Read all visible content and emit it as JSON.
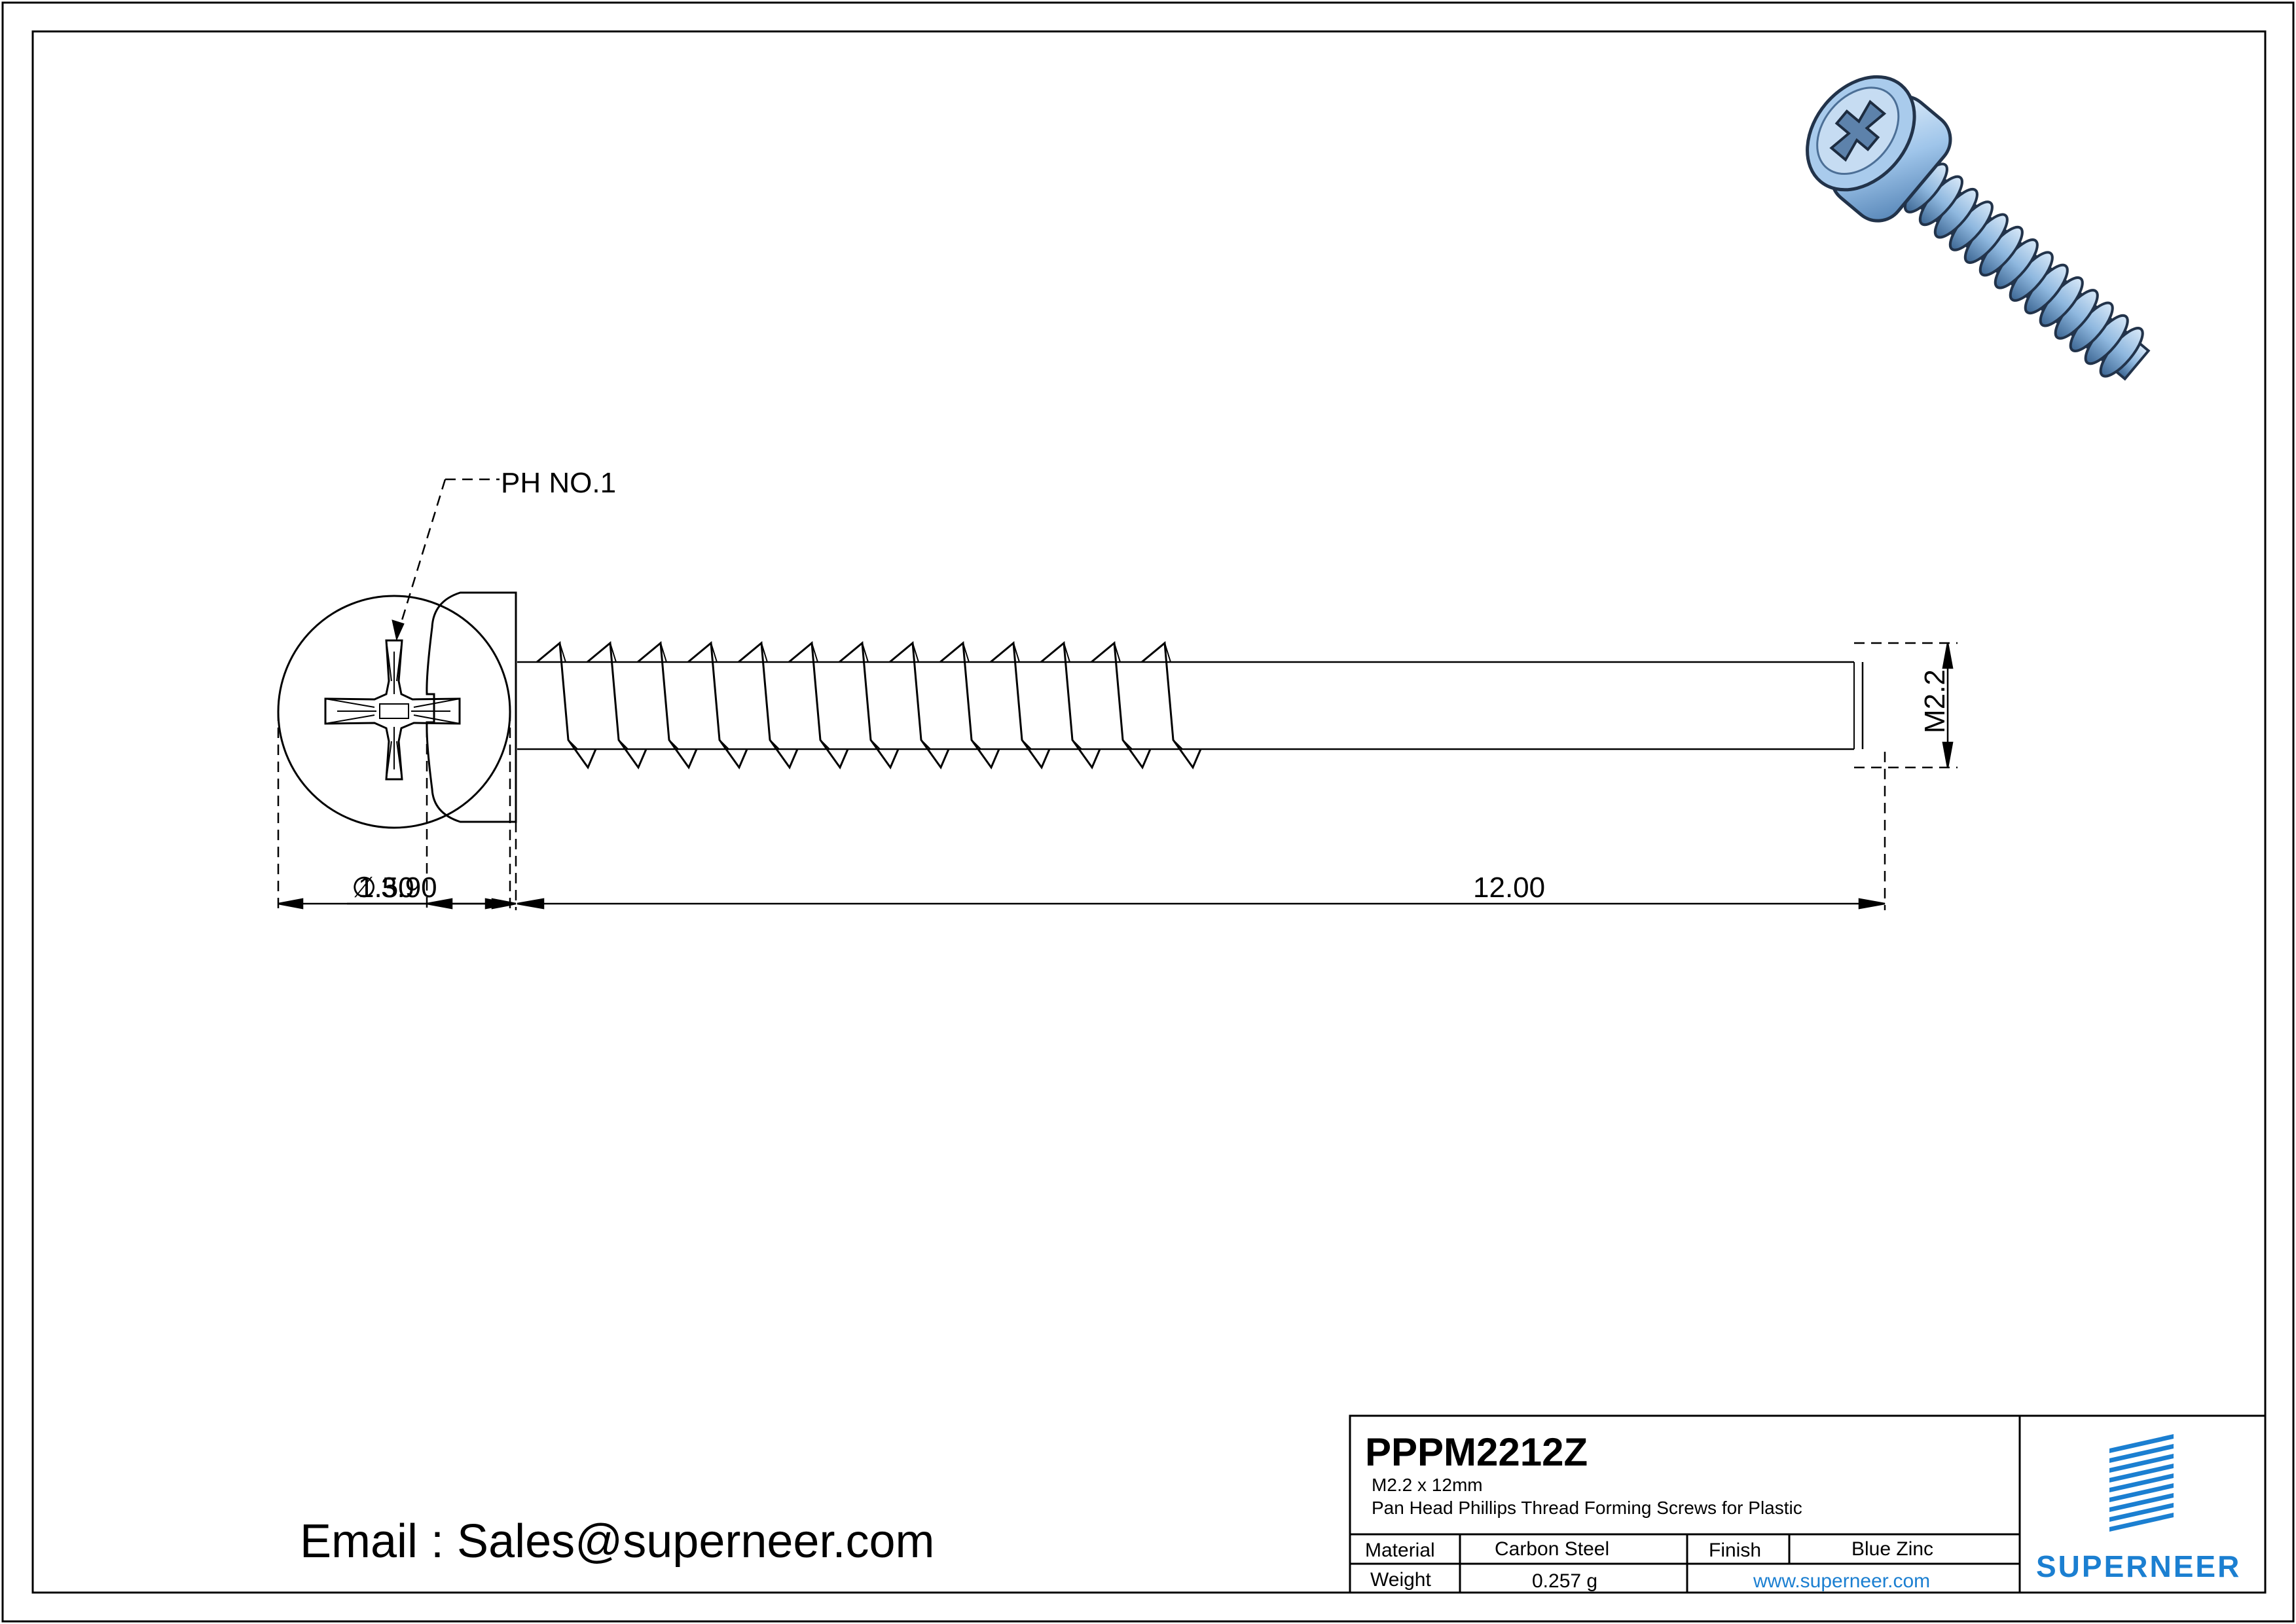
{
  "part": {
    "code": "PPPM2212Z",
    "size": "M2.2 x 12mm",
    "description": "Pan Head Phillips Thread Forming Screws for Plastic"
  },
  "table": {
    "material_label": "Material",
    "material_value": "Carbon Steel",
    "finish_label": "Finish",
    "finish_value": "Blue Zinc",
    "weight_label": "Weight",
    "weight_value": "0.257 g",
    "website": "www.superneer.com"
  },
  "dimensions": {
    "drive": "PH NO.1",
    "head_diameter": "3.90",
    "diameter_symbol": "∅",
    "head_height": "1.50",
    "length": "12.00",
    "thread": "M2.2"
  },
  "brand": {
    "name": "SUPERNEER",
    "color": "#1b7fd1"
  },
  "contact": {
    "email_line": "Email : Sales@superneer.com"
  },
  "colors": {
    "line": "#000000",
    "screw_blue": "#8fb8df",
    "screw_light": "#cfe2f4",
    "screw_dark": "#2c3e55"
  }
}
